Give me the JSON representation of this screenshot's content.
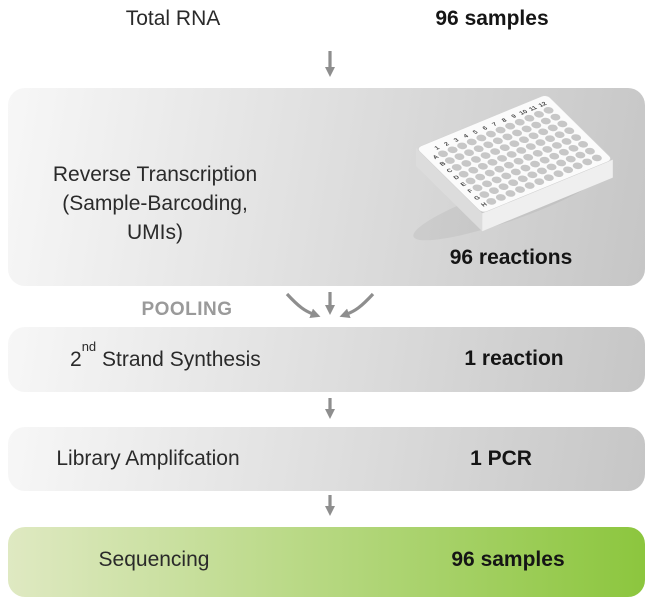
{
  "palette": {
    "box_gray_light": "#f7f7f7",
    "box_gray_dark": "#c6c6c6",
    "green_light": "#dfe9c2",
    "green_dark": "#8cc63e",
    "arrow_gray": "#8e8e8e",
    "pooling_gray": "#9a9a9a",
    "text_main": "#2a2a2a",
    "count_color": "#151515"
  },
  "header": {
    "label": "Total RNA",
    "count": "96 samples"
  },
  "flow": {
    "pooling_label": "POOLING",
    "steps": [
      {
        "id": "reverse-transcription",
        "line1": "Reverse Transcription",
        "line2": "(Sample-Barcoding, UMIs)",
        "count": "96 reactions"
      },
      {
        "id": "second-strand-synthesis",
        "base": "2",
        "sup": "nd",
        "rest": " Strand Synthesis",
        "count": "1 reaction"
      },
      {
        "id": "library-amplification",
        "title": "Library Amplifcation",
        "count": "1 PCR"
      },
      {
        "id": "sequencing",
        "title": "Sequencing",
        "count": "96 samples"
      }
    ]
  },
  "icons": {
    "down_arrow": "arrow-down",
    "pooling_left": "curved-arrow-down-right",
    "pooling_right": "curved-arrow-down-left"
  },
  "plate": {
    "name": "96-well-plate",
    "row_labels": [
      "A",
      "B",
      "C",
      "D",
      "E",
      "F",
      "G",
      "H"
    ],
    "col_labels": [
      "1",
      "2",
      "3",
      "4",
      "5",
      "6",
      "7",
      "8",
      "9",
      "10",
      "11",
      "12"
    ]
  }
}
